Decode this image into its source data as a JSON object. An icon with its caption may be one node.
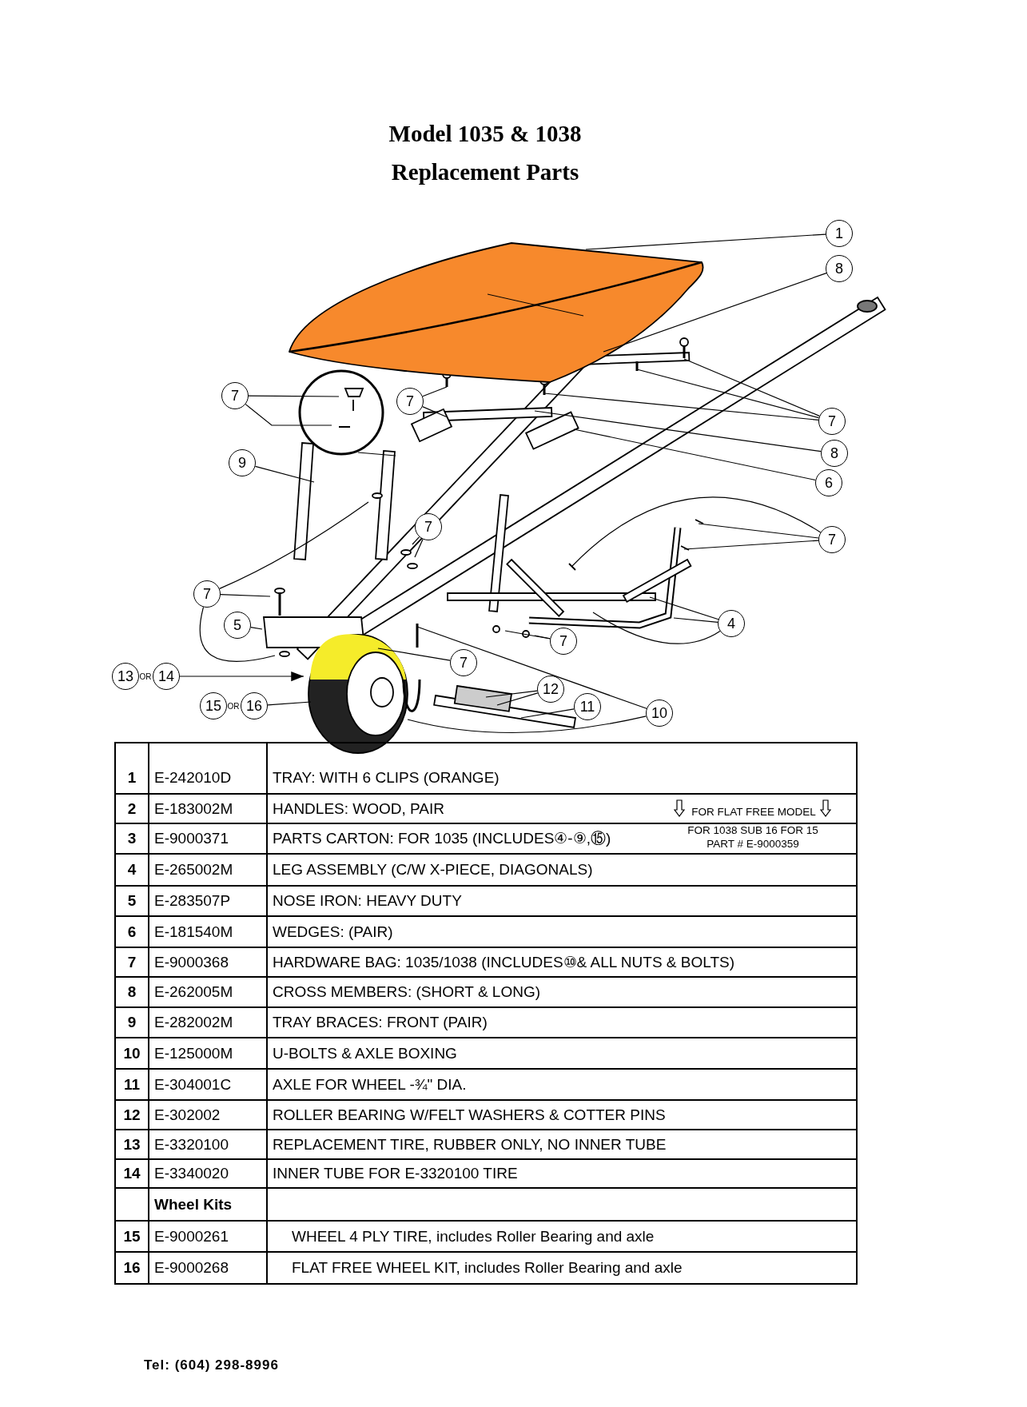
{
  "diagram": {
    "title": "Model 1035 & 1038 Replacement Parts",
    "nodes": [
      {
        "text": [
          "1"
        ]
      },
      {
        "text": [
          "8"
        ]
      },
      {
        "text": [
          "7"
        ]
      },
      {
        "text": [
          "7"
        ]
      },
      {
        "text": [
          "7"
        ]
      },
      {
        "text": [
          "8"
        ]
      },
      {
        "text": [
          "9"
        ]
      },
      {
        "text": [
          "6"
        ]
      },
      {
        "text": [
          "7"
        ]
      },
      {
        "text": [
          "7"
        ]
      },
      {
        "text": [
          "7"
        ]
      },
      {
        "text": [
          "4"
        ]
      },
      {
        "text": [
          "5"
        ]
      },
      {
        "text": [
          "7"
        ]
      },
      {
        "text": [
          "7"
        ]
      },
      {
        "text": [
          "13"
        ]
      },
      {
        "text": [
          "14"
        ]
      },
      {
        "text": [
          "12"
        ]
      },
      {
        "text": [
          "15"
        ]
      },
      {
        "text": [
          "16"
        ]
      },
      {
        "text": [
          "11"
        ]
      },
      {
        "text": [
          "10"
        ]
      }
    ],
    "edges": [
      {
        "from": 0,
        "to": null,
        "arrow": "none"
      },
      {
        "from": 1,
        "to": null,
        "arrow": "none"
      },
      {
        "from": 2,
        "to": null,
        "arrow": "none"
      },
      {
        "from": 2,
        "to": null,
        "arrow": "none"
      },
      {
        "from": 3,
        "to": null,
        "arrow": "none"
      },
      {
        "from": 3,
        "to": null,
        "arrow": "none"
      },
      {
        "from": 4,
        "to": null,
        "arrow": "none"
      },
      {
        "from": 4,
        "to": null,
        "arrow": "none"
      },
      {
        "from": 4,
        "to": null,
        "arrow": "none"
      },
      {
        "from": 5,
        "to": null,
        "arrow": "none"
      },
      {
        "from": 6,
        "to": null,
        "arrow": "none"
      },
      {
        "from": 7,
        "to": null,
        "arrow": "none"
      },
      {
        "from": 8,
        "to": null,
        "arrow": "none"
      },
      {
        "from": 8,
        "to": null,
        "arrow": "none"
      },
      {
        "from": 9,
        "to": null,
        "arrow": "none"
      },
      {
        "from": 9,
        "to": null,
        "arrow": "none"
      },
      {
        "from": 9,
        "to": null,
        "arrow": "none"
      },
      {
        "from": 10,
        "to": null,
        "arrow": "none"
      },
      {
        "from": 10,
        "to": null,
        "arrow": "none"
      },
      {
        "from": 10,
        "to": null,
        "arrow": "none"
      },
      {
        "from": 11,
        "to": null,
        "arrow": "none"
      },
      {
        "from": 11,
        "to": null,
        "arrow": "none"
      },
      {
        "from": 11,
        "to": null,
        "arrow": "none"
      },
      {
        "from": 12,
        "to": null,
        "arrow": "none"
      },
      {
        "from": 13,
        "to": null,
        "arrow": "none"
      },
      {
        "from": 13,
        "to": null,
        "arrow": "none"
      },
      {
        "from": 14,
        "to": null,
        "arrow": "none"
      },
      {
        "from": 16,
        "to": null,
        "arrow": "to"
      },
      {
        "from": 19,
        "to": null,
        "arrow": "none"
      },
      {
        "from": 17,
        "to": null,
        "arrow": "none"
      },
      {
        "from": 17,
        "to": null,
        "arrow": "none"
      },
      {
        "from": 20,
        "to": null,
        "arrow": "none"
      },
      {
        "from": 21,
        "to": null,
        "arrow": "none"
      },
      {
        "from": 21,
        "to": null,
        "arrow": "none"
      }
    ],
    "labels": [
      "OR",
      "OR",
      "1",
      "E-242010D",
      "TRAY: WITH 6 CLIPS (ORANGE)",
      "2",
      "E-183002M",
      "HANDLES: WOOD, PAIR",
      "3",
      "E-9000371",
      "PARTS CARTON: FOR 1035 (INCLUDES④-⑨,⑮)",
      "4",
      "E-265002M",
      "LEG ASSEMBLY (C/W X-PIECE, DIAGONALS)",
      "5",
      "E-283507P",
      "NOSE IRON: HEAVY DUTY",
      "6",
      "E-181540M",
      "WEDGES: (PAIR)",
      "7",
      "E-9000368",
      "HARDWARE BAG: 1035/1038 (INCLUDES⑩& ALL NUTS & BOLTS)",
      "8",
      "E-262005M",
      "CROSS MEMBERS: (SHORT & LONG)",
      "9",
      "E-282002M",
      "TRAY BRACES: FRONT (PAIR)",
      "10",
      "E-125000M",
      "U-BOLTS & AXLE BOXING",
      "11",
      "E-304001C",
      "AXLE FOR WHEEL -¾\" DIA.",
      "12",
      "E-302002",
      "ROLLER BEARING W/FELT WASHERS & COTTER PINS",
      "13",
      "E-3320100",
      "REPLACEMENT TIRE, RUBBER ONLY, NO INNER TUBE",
      "14",
      "E-3340020",
      "INNER TUBE FOR E-3320100 TIRE",
      "Wheel Kits",
      "15",
      "E-9000261",
      "WHEEL 4 PLY TIRE, includes Roller Bearing and axle",
      "16",
      "E-9000268",
      "FLAT FREE WHEEL KIT, includes Roller Bearing and axle",
      "FOR FLAT FREE MODEL",
      "FOR 1038 SUB 16 FOR 15 PART # E-9000359",
      "Tel: (604) 298-8996"
    ]
  }
}
